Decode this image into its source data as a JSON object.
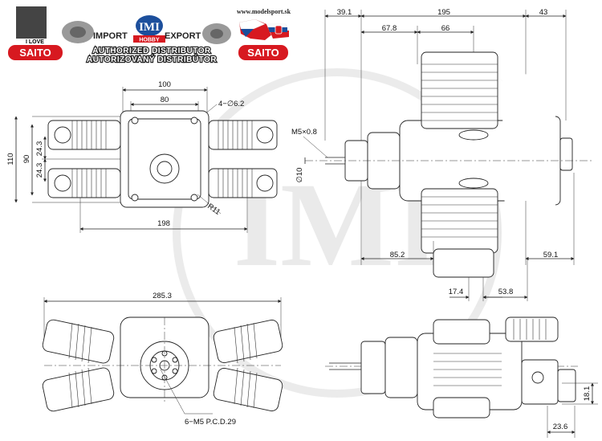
{
  "header": {
    "website": "www.modelsport.sk",
    "i_love": "I LOVE",
    "brand_left": "SAITO",
    "brand_right": "SAITO",
    "imi_logo": "IMI",
    "hobby": "HOBBY",
    "import": "IMPORT",
    "export": "EXPORT",
    "line1": "AUTHORIZED DISTRIBUTOR",
    "line2": "AUTORIZOVANÝ DISTRIBÚTOR",
    "colors": {
      "saito_red": "#d71920",
      "imi_blue": "#1c4f9c",
      "text_dark": "#222222"
    }
  },
  "dimensions": {
    "front_view": {
      "width_100": "100",
      "width_80": "80",
      "holes": "4−∅6.2",
      "height_110": "110",
      "height_90": "90",
      "h_24_3_top": "24.3",
      "h_24_3_bottom": "24.3",
      "radius": "R11",
      "width_198": "198"
    },
    "side_view": {
      "d_39_1": "39.1",
      "d_195": "195",
      "d_43": "43",
      "d_67_8": "67.8",
      "d_66": "66",
      "thread": "M5×0.8",
      "shaft_dia": "∅10",
      "d_85_2": "85.2",
      "d_59_1": "59.1",
      "d_17_4": "17.4",
      "d_53_8": "53.8"
    },
    "bottom_view": {
      "d_285_3": "285.3",
      "bolt_circle": "6−M5 P.C.D.29"
    },
    "top_side_view": {
      "d_18_1": "18.1",
      "d_23_6": "23.6"
    }
  }
}
